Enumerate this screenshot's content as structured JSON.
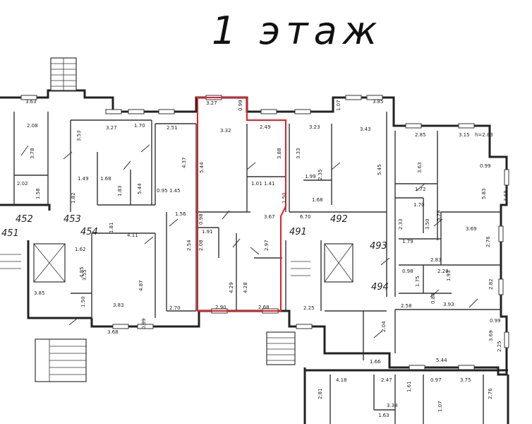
{
  "title": "1 этаж",
  "apartment_numbers": [
    "451",
    "452",
    "453",
    "454",
    "491",
    "492",
    "493",
    "494"
  ],
  "highlight_color": "#e0202a",
  "dimensions": [
    "3.63",
    "2.08",
    "3.78",
    "2.02",
    "1.58",
    "3.53",
    "1.49",
    "1.68",
    "1.83",
    "1.82",
    "3.27",
    "1.70",
    "2.51",
    "4.37",
    "5.44",
    "0.95",
    "1.45",
    "3.27",
    "0.99",
    "3.32",
    "2.49",
    "5.44",
    "1.01",
    "1.41",
    "3.88",
    "1.50",
    "0.98",
    "1.56",
    "3.67",
    "1.91",
    "2.08",
    "2.54",
    "2.97",
    "4.29",
    "4.28",
    "2.90",
    "2.68",
    "3.23",
    "3.33",
    "1.99",
    "2.35",
    "1.68",
    "1.07",
    "3.85",
    "3.43",
    "5.45",
    "6.70",
    "2.85",
    "3.15",
    "h=2.83",
    "0.99",
    "3.63",
    "1.72",
    "5.83",
    "3.68",
    "1.70",
    "2.33",
    "3.50",
    "5.78",
    "1.79",
    "3.69",
    "2.76",
    "2.83",
    "0.98",
    "2.28",
    "1.75",
    "1.93",
    "2.82",
    "0.88",
    "2.58",
    "3.93",
    "0.99",
    "3.69",
    "2.25",
    "5.44",
    "1.81",
    "4.11",
    "1.62",
    "3.55",
    "4.85",
    "4.87",
    "3.85",
    "1.50",
    "3.83",
    "2.70",
    "0.99",
    "3.68",
    "2.25",
    "2.04",
    "1.66",
    "4.18",
    "2.47",
    "0.97",
    "3.75",
    "2.81",
    "1.61",
    "3.38",
    "1.07",
    "1.63",
    "2.76"
  ]
}
